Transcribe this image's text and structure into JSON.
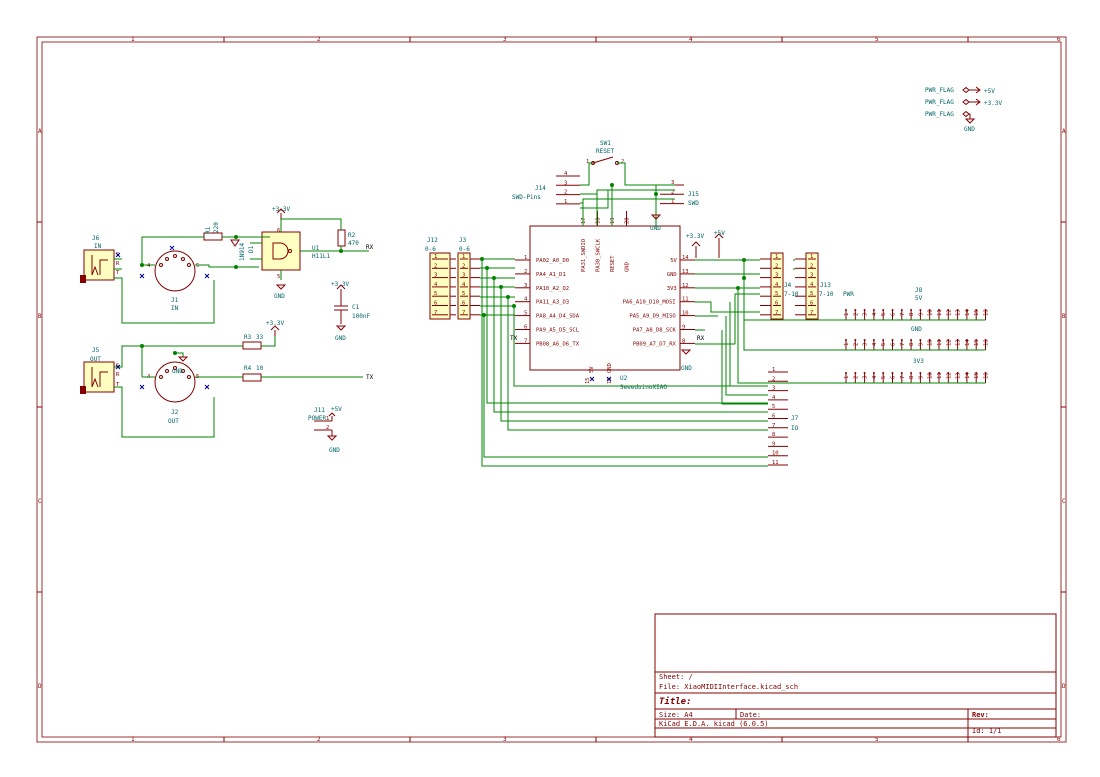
{
  "frame": {
    "columns": [
      "1",
      "2",
      "3",
      "4",
      "5",
      "6"
    ],
    "rows": [
      "A",
      "B",
      "C",
      "D"
    ]
  },
  "title_block": {
    "sheet": "Sheet: /",
    "file": "File: XiaoMIDIInterface.kicad_sch",
    "title": "Title:",
    "size": "Size: A4",
    "date": "Date:",
    "rev": "Rev:",
    "tool": "KiCad E.D.A.  kicad (6.0.5)",
    "id": "Id: 1/1"
  },
  "power_flags": [
    {
      "label": "PWR_FLAG",
      "net": "+5V"
    },
    {
      "label": "PWR_FLAG",
      "net": "+3.3V"
    },
    {
      "label": "PWR_FLAG",
      "net": "GND"
    }
  ],
  "components": {
    "j6": {
      "ref": "J6",
      "value": "IN"
    },
    "j1": {
      "ref": "J1",
      "value": "IN"
    },
    "j5": {
      "ref": "J5",
      "value": "OUT"
    },
    "j2": {
      "ref": "J2",
      "value": "OUT"
    },
    "r1": {
      "ref": "R1",
      "value": "220"
    },
    "d1": {
      "ref": "D1",
      "value": "1N914"
    },
    "u1": {
      "ref": "U1",
      "value": "H11L1"
    },
    "r2": {
      "ref": "R2",
      "value": "470"
    },
    "c1": {
      "ref": "C1",
      "value": "100nF"
    },
    "r3": {
      "ref": "R3",
      "value": "33"
    },
    "r4": {
      "ref": "R4",
      "value": "10"
    },
    "j11": {
      "ref": "J11",
      "value": "POWER"
    },
    "j12": {
      "ref": "J12",
      "value": "0-6"
    },
    "j3": {
      "ref": "J3",
      "value": "0-6"
    },
    "j14": {
      "ref": "J14",
      "value": "SWD-Pins"
    },
    "j15": {
      "ref": "J15",
      "value": "SWD"
    },
    "sw1": {
      "ref": "SW1",
      "value": "RESET"
    },
    "u2": {
      "ref": "U2",
      "value": "SeeeduinoXIAO"
    },
    "j4": {
      "ref": "J4",
      "value": "7-10"
    },
    "j13": {
      "ref": "J13",
      "value": "7-10"
    },
    "j7": {
      "ref": "J7",
      "value": "IO"
    },
    "j8": {
      "ref": "J8",
      "value": "PWR"
    }
  },
  "nets": {
    "rx": "RX",
    "tx": "TX",
    "v33": "+3.3V",
    "v5": "+5V",
    "gnd": "GND",
    "l5v": "5V",
    "lgnd": "GND",
    "l3v3": "3V3"
  },
  "u2_left_pins": [
    {
      "num": "1",
      "name": "PA02_A0_D0"
    },
    {
      "num": "2",
      "name": "PA4_A1_D1"
    },
    {
      "num": "3",
      "name": "PA10_A2_D2"
    },
    {
      "num": "4",
      "name": "PA11_A3_D3"
    },
    {
      "num": "5",
      "name": "PA8_A4_D4_SDA"
    },
    {
      "num": "6",
      "name": "PA9_A5_D5_SCL"
    },
    {
      "num": "7",
      "name": "PB08_A6_D6_TX"
    }
  ],
  "u2_right_pins": [
    {
      "num": "14",
      "name": "5V"
    },
    {
      "num": "13",
      "name": "GND"
    },
    {
      "num": "12",
      "name": "3V3"
    },
    {
      "num": "11",
      "name": "PA6_A10_D10_MOSI"
    },
    {
      "num": "10",
      "name": "PA5_A9_D9_MISO"
    },
    {
      "num": "9",
      "name": "PA7_A8_D8_SCK"
    },
    {
      "num": "8",
      "name": "PB09_A7_D7_RX"
    }
  ],
  "u2_top_pins": [
    {
      "num": "17",
      "name": "PA31_SWDIO"
    },
    {
      "num": "18",
      "name": "PA30_SWCLK"
    },
    {
      "num": "19",
      "name": "RESET"
    },
    {
      "num": "20",
      "name": "GND"
    }
  ],
  "u2_bottom_pins": [
    {
      "num": "15",
      "name": "5V"
    },
    {
      "num": "16",
      "name": "GND"
    }
  ],
  "header7_pins": [
    "1",
    "2",
    "3",
    "4",
    "5",
    "6",
    "7"
  ],
  "j7_pins": [
    "1",
    "2",
    "3",
    "4",
    "5",
    "6",
    "7",
    "8",
    "9",
    "10",
    "11"
  ],
  "j8_pins": [
    "1",
    "2",
    "3",
    "4",
    "5",
    "6",
    "7",
    "8",
    "9",
    "10",
    "11",
    "12",
    "13",
    "14",
    "15",
    "16"
  ],
  "swd_pins": [
    "4",
    "3",
    "2",
    "1"
  ],
  "j15_pins": [
    "3",
    "2",
    "1"
  ],
  "din_pin_labels": {
    "p1": "1",
    "p2": "2",
    "p3": "3",
    "p4": "4",
    "p5": "5",
    "p6": "6"
  },
  "jack_pins": {
    "s": "S",
    "r": "R",
    "t": "T"
  },
  "u1_pins": {
    "p1": "1",
    "p2": "2",
    "p4": "4",
    "p5": "5",
    "p6": "6"
  },
  "misc_pins": {
    "p1": "1",
    "p2": "2"
  }
}
